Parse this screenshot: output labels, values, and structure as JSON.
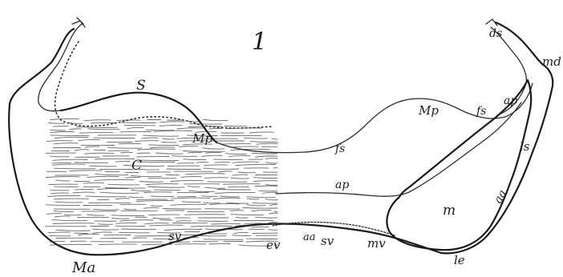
{
  "figure": {
    "number": "1",
    "labels": {
      "S": "S",
      "Mp_left": "Mp",
      "C": "C",
      "fs_middle": "fs",
      "Mp_right": "Mp",
      "fs_right": "fs",
      "ap_right": "ap",
      "md": "md",
      "ds": "ds",
      "ls": "ls",
      "aa_right": "aa",
      "ap_middle": "ap",
      "m": "m",
      "sv_left": "sv",
      "ev": "ev",
      "aa_bottom": "aa",
      "sv_bottom": "sv",
      "mv": "mv",
      "le": "le",
      "Ma": "Ma"
    }
  }
}
